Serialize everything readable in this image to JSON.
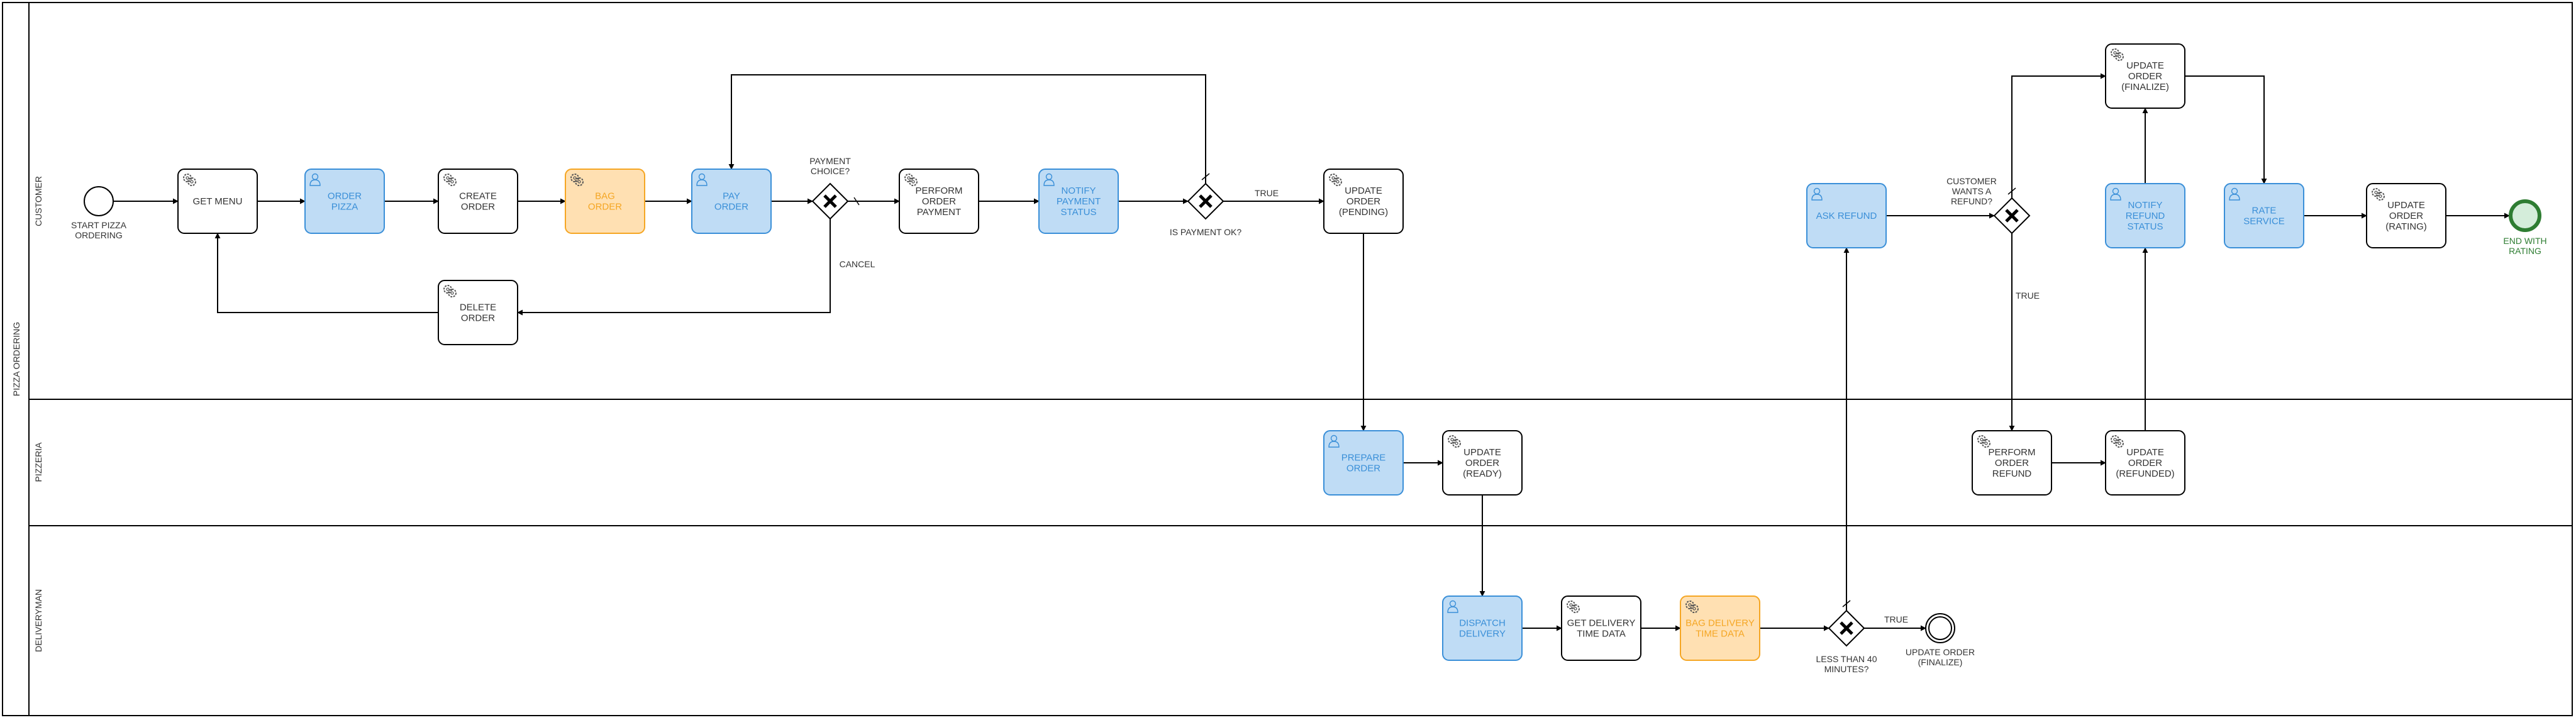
{
  "pool": {
    "label": "PIZZA ORDERING"
  },
  "lanes": [
    {
      "id": "customer",
      "label": "CUSTOMER"
    },
    {
      "id": "pizzeria",
      "label": "PIZZERIA"
    },
    {
      "id": "deliveryman",
      "label": "DELIVERYMAN"
    }
  ],
  "colors": {
    "blue_fill": "#bfdcf5",
    "blue_stroke": "#3a8fd8",
    "blue_text": "#3a8fd8",
    "orange_fill": "#ffe0b2",
    "orange_stroke": "#f5a623",
    "orange_text": "#f5a623",
    "white_fill": "#ffffff",
    "black_stroke": "#000000",
    "end_fill": "#d4edda",
    "end_stroke": "#2e7d32",
    "end_text": "#2e7d32"
  },
  "nodes": {
    "start": {
      "kind": "start",
      "caption": [
        "START PIZZA",
        "ORDERING"
      ]
    },
    "get_menu": {
      "kind": "task",
      "style": "white",
      "icon": "service-gear-icon",
      "lines": [
        "GET MENU"
      ]
    },
    "order_pizza": {
      "kind": "task",
      "style": "blue",
      "icon": "user-icon",
      "lines": [
        "ORDER",
        "PIZZA"
      ]
    },
    "create_order": {
      "kind": "task",
      "style": "white",
      "icon": "service-gear-icon",
      "lines": [
        "CREATE",
        "ORDER"
      ]
    },
    "bag_order": {
      "kind": "task",
      "style": "orange",
      "icon": "service-gear-icon",
      "lines": [
        "BAG",
        "ORDER"
      ]
    },
    "pay_order": {
      "kind": "task",
      "style": "blue",
      "icon": "user-icon",
      "lines": [
        "PAY",
        "ORDER"
      ]
    },
    "gw_payment": {
      "kind": "gateway",
      "caption": [
        "PAYMENT",
        "CHOICE?"
      ]
    },
    "perform_payment": {
      "kind": "task",
      "style": "white",
      "icon": "service-gear-icon",
      "lines": [
        "PERFORM",
        "ORDER",
        "PAYMENT"
      ]
    },
    "notify_payment": {
      "kind": "task",
      "style": "blue",
      "icon": "user-icon",
      "lines": [
        "NOTIFY",
        "PAYMENT",
        "STATUS"
      ]
    },
    "gw_payment_ok": {
      "kind": "gateway",
      "caption": [
        "IS PAYMENT OK?"
      ]
    },
    "update_pending": {
      "kind": "task",
      "style": "white",
      "icon": "service-gear-icon",
      "lines": [
        "UPDATE",
        "ORDER",
        "(PENDING)"
      ]
    },
    "delete_order": {
      "kind": "task",
      "style": "white",
      "icon": "service-gear-icon",
      "lines": [
        "DELETE",
        "ORDER"
      ]
    },
    "ask_refund": {
      "kind": "task",
      "style": "blue",
      "icon": "user-icon",
      "lines": [
        "ASK REFUND"
      ]
    },
    "gw_refund": {
      "kind": "gateway",
      "caption": [
        "CUSTOMER",
        "WANTS A",
        "REFUND?"
      ]
    },
    "update_finalize": {
      "kind": "task",
      "style": "white",
      "icon": "service-gear-icon",
      "lines": [
        "UPDATE",
        "ORDER",
        "(FINALIZE)"
      ]
    },
    "notify_refund": {
      "kind": "task",
      "style": "blue",
      "icon": "user-icon",
      "lines": [
        "NOTIFY",
        "REFUND",
        "STATUS"
      ]
    },
    "rate_service": {
      "kind": "task",
      "style": "blue",
      "icon": "user-icon",
      "lines": [
        "RATE",
        "SERVICE"
      ]
    },
    "update_rating": {
      "kind": "task",
      "style": "white",
      "icon": "service-gear-icon",
      "lines": [
        "UPDATE",
        "ORDER",
        "(RATING)"
      ]
    },
    "end_rating": {
      "kind": "end",
      "caption": [
        "END WITH",
        "RATING"
      ]
    },
    "prepare_order": {
      "kind": "task",
      "style": "blue",
      "icon": "user-icon",
      "lines": [
        "PREPARE",
        "ORDER"
      ]
    },
    "update_ready": {
      "kind": "task",
      "style": "white",
      "icon": "service-gear-icon",
      "lines": [
        "UPDATE",
        "ORDER",
        "(READY)"
      ]
    },
    "perform_refund": {
      "kind": "task",
      "style": "white",
      "icon": "service-gear-icon",
      "lines": [
        "PERFORM",
        "ORDER",
        "REFUND"
      ]
    },
    "update_refunded": {
      "kind": "task",
      "style": "white",
      "icon": "service-gear-icon",
      "lines": [
        "UPDATE",
        "ORDER",
        "(REFUNDED)"
      ]
    },
    "dispatch_delivery": {
      "kind": "task",
      "style": "blue",
      "icon": "user-icon",
      "lines": [
        "DISPATCH",
        "DELIVERY"
      ]
    },
    "get_delivery_time": {
      "kind": "task",
      "style": "white",
      "icon": "service-gear-icon",
      "lines": [
        "GET DELIVERY",
        "TIME DATA"
      ]
    },
    "bag_delivery_time": {
      "kind": "task",
      "style": "orange",
      "icon": "service-gear-icon",
      "lines": [
        "BAG DELIVERY",
        "TIME DATA"
      ]
    },
    "gw_time": {
      "kind": "gateway",
      "caption": [
        "LESS THAN 40",
        "MINUTES?"
      ]
    },
    "intermediate_finalize": {
      "kind": "intermediate",
      "caption": [
        "UPDATE ORDER",
        "(FINALIZE)"
      ]
    }
  },
  "flow_labels": {
    "payment_true": "TRUE",
    "payment_cancel": "CANCEL",
    "refund_true": "TRUE",
    "time_true": "TRUE"
  }
}
